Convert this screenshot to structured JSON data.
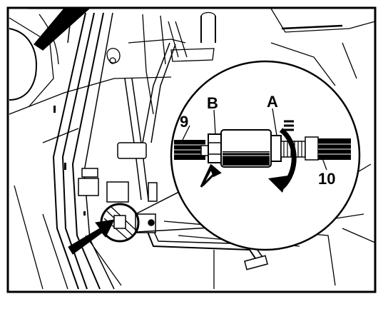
{
  "callouts": {
    "label_9": "9",
    "label_b": "B",
    "label_a": "A",
    "label_10": "10"
  },
  "colors": {
    "ink": "#000000",
    "paper": "#ffffff"
  }
}
